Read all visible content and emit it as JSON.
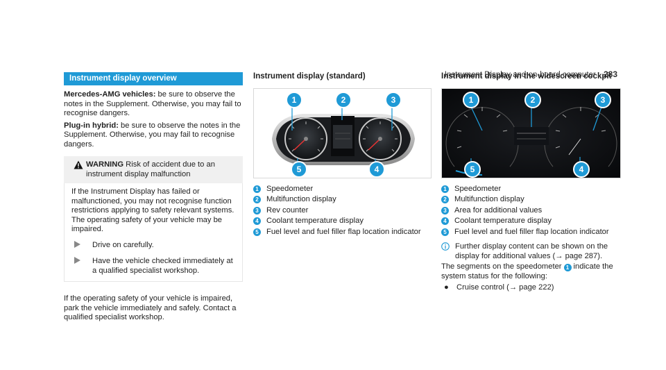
{
  "header": {
    "title": "Instrument Display and on-board computer",
    "page": "283"
  },
  "section": {
    "title": "Instrument display overview",
    "amg_label": "Mercedes-AMG vehicles:",
    "amg_text": " be sure to observe the notes in the Supplement. Otherwise, you may fail to recognise dangers.",
    "hybrid_label": "Plug-in hybrid:",
    "hybrid_text": " be sure to observe the notes in the Supplement. Otherwise, you may fail to recognise dangers."
  },
  "warning": {
    "label": "WARNING",
    "title_text": " Risk of accident due to an instrument display malfunction",
    "body1": "If the Instrument Display has failed or malfunctioned, you may not recognise function restrictions applying to safety relevant systems.",
    "body2": "The operating safety of your vehicle may be impaired.",
    "step1": "Drive on carefully.",
    "step2": "Have the vehicle checked immediately at a qualified specialist workshop."
  },
  "closing": "If the operating safety of your vehicle is impaired, park the vehicle immediately and safely. Contact a qualified specialist workshop.",
  "standard": {
    "title": "Instrument display (standard)",
    "callouts": [
      "1",
      "2",
      "3",
      "4",
      "5"
    ],
    "legend": [
      "Speedometer",
      "Multifunction display",
      "Rev counter",
      "Coolant temperature display",
      "Fuel level and fuel filler flap location indicator"
    ]
  },
  "widescreen": {
    "title": "Instrument display in the widescreen cockpit",
    "callouts": [
      "1",
      "2",
      "3",
      "4",
      "5"
    ],
    "legend": [
      "Speedometer",
      "Multifunction display",
      "Area for additional values",
      "Coolant temperature display",
      "Fuel level and fuel filler flap location indicator"
    ],
    "info_text": "Further display content can be shown on the display for additional values (→ page 287).",
    "segments_pre": "The segments on the speedometer",
    "segments_num": "1",
    "segments_post": "indicate the system status for the following:",
    "bullet": "Cruise control (→ page 222)"
  },
  "colors": {
    "accent": "#1f9ad6",
    "callout": "#1f9ad6"
  }
}
